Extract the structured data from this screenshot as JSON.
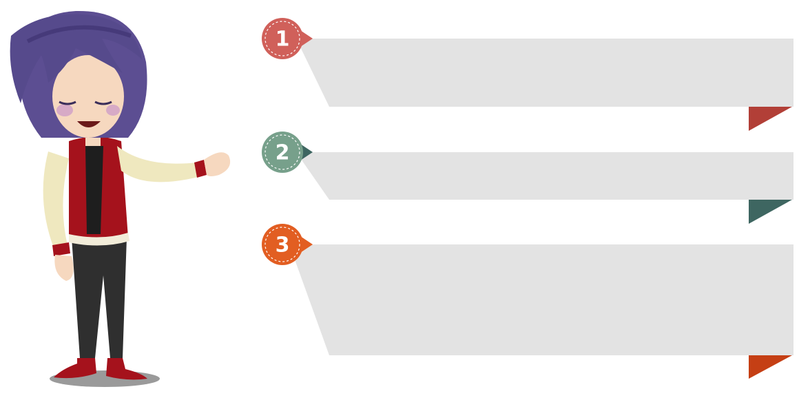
{
  "items": [
    {
      "number": "1",
      "color": "#d0605a",
      "corner_color": "#b23f37"
    },
    {
      "number": "2",
      "color": "#77a08b",
      "corner_color": "#3e6661"
    },
    {
      "number": "3",
      "color": "#e25e22",
      "corner_color": "#c53f14"
    }
  ],
  "banner_color": "#e3e3e3",
  "illustration": "cartoon-girl-presenting"
}
